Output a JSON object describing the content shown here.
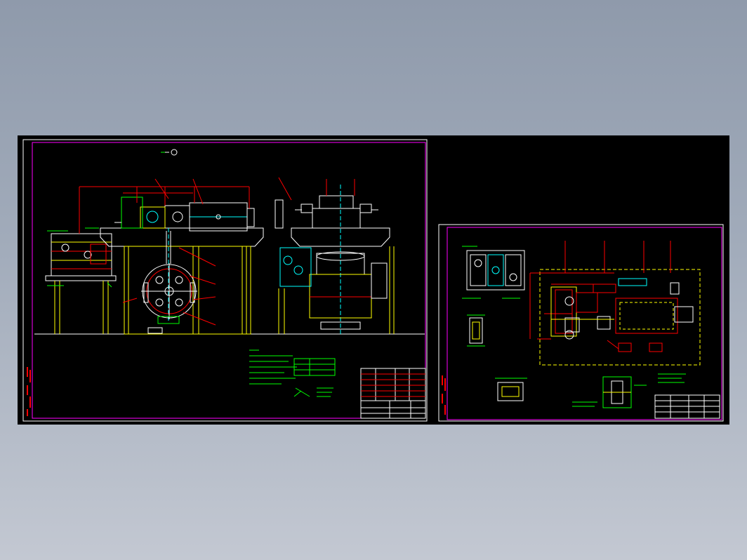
{
  "colors": {
    "background_top": "#8f9aab",
    "background_bottom": "#c3c8d2",
    "canvas": "#000000",
    "frame": "#ff00ff",
    "outline": "#ffffff",
    "structure": "#ffff00",
    "dimension": "#ff0000",
    "annotation": "#00ff00",
    "detail": "#00ffff"
  },
  "drawings": [
    {
      "name": "general-arrangement",
      "views": [
        "side-elevation",
        "front-elevation",
        "detail-view"
      ],
      "has_title_block": true,
      "has_technical_notes": true
    },
    {
      "name": "plan-layout",
      "views": [
        "plan-view",
        "section-details"
      ],
      "has_title_block": true,
      "has_technical_notes": true
    }
  ]
}
